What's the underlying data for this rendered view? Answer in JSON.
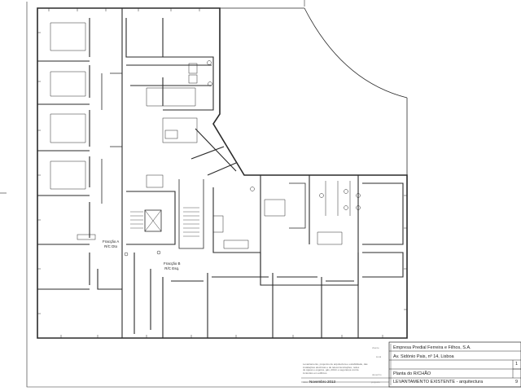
{
  "title_block": {
    "company": "Empresa Predial Ferreira e Filhos, S.A.",
    "address": "Av. Sidónio Pais, nº 14, Lisboa",
    "drawing_title": "Planta do R/CHÃO",
    "project": "LEVANTAMENTO EXISTENTE - arquitectura",
    "date": "Novembro 2013",
    "field_labels": [
      "cliente",
      "local",
      "desenho",
      "projecto",
      "data"
    ],
    "note": "Levantamento, projectos de arquitectura e estabilidade, das\ninstalações eléctricas e de telecomunicações, redes\nde águas e esgotos, gás, AVAC e segurança contra\nincêndios em edifícios",
    "sheet_marks": [
      "1",
      "9"
    ]
  },
  "rooms": [
    {
      "name": "Fracção A",
      "sub": "R/C Dto"
    },
    {
      "name": "Fracção B",
      "sub": "R/C Esq."
    }
  ],
  "colors": {
    "line": "#2a2a2a",
    "paper": "#ffffff",
    "light": "#8a8a8a"
  }
}
